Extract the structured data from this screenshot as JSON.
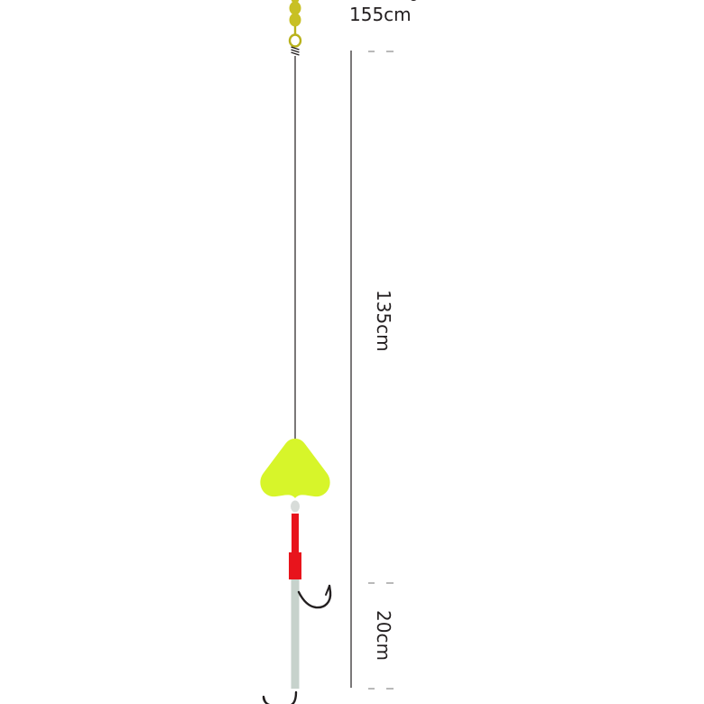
{
  "diagram": {
    "total_length_label": "155cm",
    "upper_section_label": "135cm",
    "lower_section_label": "20cm",
    "colors": {
      "swivel": "#c8c024",
      "swivel_ring": "#b9b21c",
      "line": "#231f20",
      "float": "#d7f52a",
      "bead": "#d8dcd9",
      "tube": "#e8141c",
      "sleeve": "#c7d2cc",
      "hook": "#231f20",
      "dimension_line": "#231f20",
      "tick": "#8a8a8a"
    },
    "components": [
      "barrel-swivel",
      "leader-line",
      "heart-float",
      "bead",
      "red-tube",
      "red-stopper",
      "upper-hook",
      "hook-sleeve",
      "lower-hook"
    ]
  }
}
